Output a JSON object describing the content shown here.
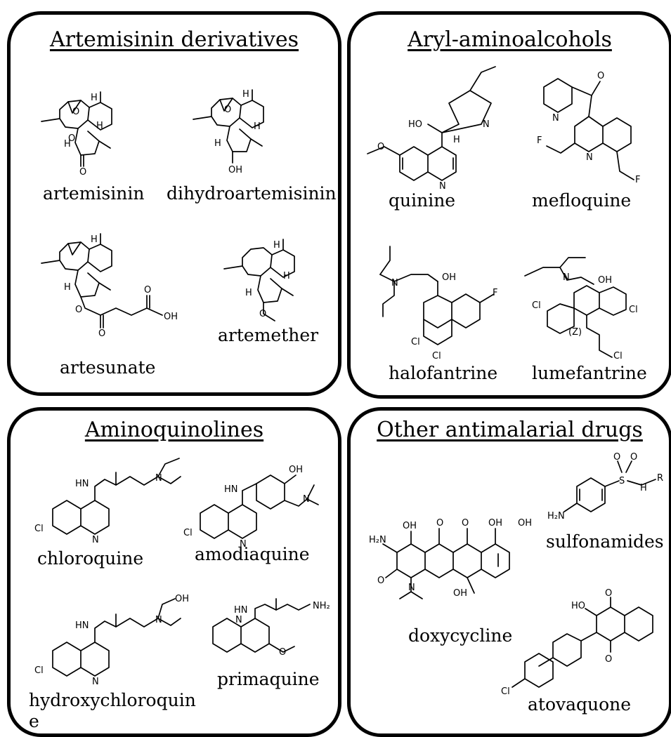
{
  "panels": {
    "artemisinin": {
      "title": "Artemisinin derivatives",
      "labels": [
        "artemisinin",
        "dihydroartemisinin",
        "artesunate",
        "artemether"
      ]
    },
    "aryl": {
      "title": "Aryl-aminoalcohols",
      "labels": [
        "quinine",
        "mefloquine",
        "halofantrine",
        "lumefantrine"
      ]
    },
    "aminoquinolines": {
      "title": "Aminoquinolines",
      "labels": [
        "chloroquine",
        "amodiaquine",
        "hydroxychloroquin",
        "e",
        "primaquine"
      ]
    },
    "other": {
      "title": "Other antimalarial drugs",
      "labels": [
        "sulfonamides",
        "doxycycline",
        "atovaquone"
      ]
    }
  },
  "atoms": {
    "H": "H",
    "O": "O",
    "OH": "OH",
    "HO": "HO",
    "N": "N",
    "HN": "HN",
    "Cl": "Cl",
    "F": "F",
    "NH2": "NH₂",
    "H2N": "H₂N",
    "S": "S",
    "R": "R",
    "Z": "(Z)"
  }
}
